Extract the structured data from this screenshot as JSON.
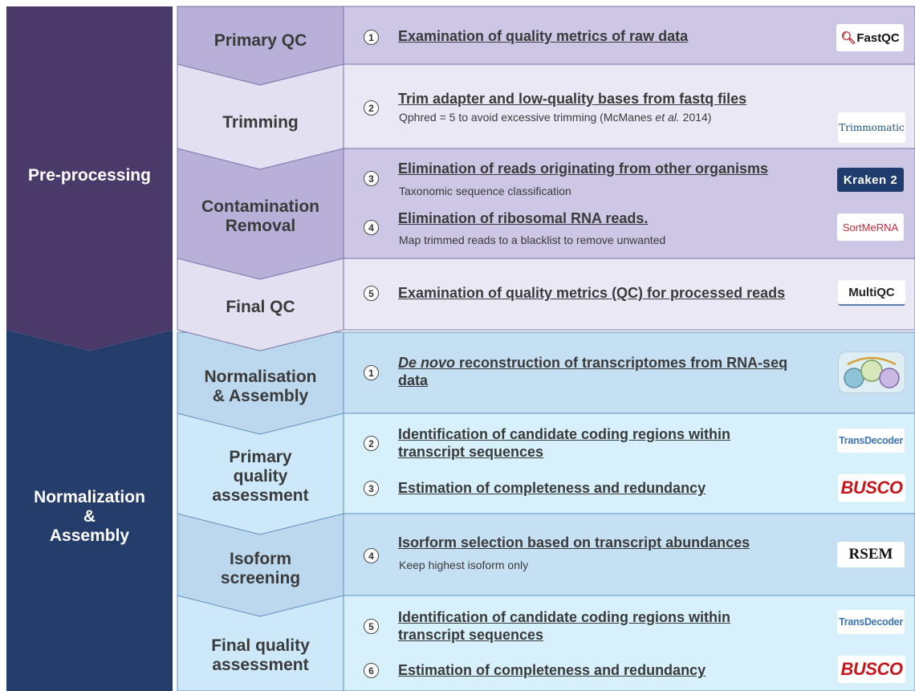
{
  "colors": {
    "preprocessing_phase": "#4a3a6a",
    "assembly_phase": "#243d6a",
    "stage_dark_purple": "#b9b0d9",
    "stage_light_purple": "#e3e0f1",
    "row_dark_purple": "#cdc6e4",
    "row_light_purple": "#ebe8f5",
    "stage_blue": "#bcd8ee",
    "stage_light_blue": "#cde9f9",
    "row_blue": "#c6e0f3",
    "row_light_blue": "#d6f0fc"
  },
  "phases": [
    {
      "label": "Pre-processing"
    },
    {
      "label_lines": [
        "Normalization",
        "&",
        "Assembly"
      ]
    }
  ],
  "stages": [
    {
      "lines": [
        "Primary QC"
      ]
    },
    {
      "lines": [
        "Trimming"
      ]
    },
    {
      "lines": [
        "Contamination",
        "Removal"
      ]
    },
    {
      "lines": [
        "Final QC"
      ]
    },
    {
      "lines": [
        "Normalisation",
        "& Assembly"
      ]
    },
    {
      "lines": [
        "Primary",
        "quality",
        "assessment"
      ]
    },
    {
      "lines": [
        "Isoform",
        "screening"
      ]
    },
    {
      "lines": [
        "Final quality",
        "assessment"
      ]
    }
  ],
  "steps": [
    {
      "num": "1",
      "title": "Examination of quality metrics of raw data",
      "logo": "FastQC",
      "logo_icon": "fastqc-q-icon"
    },
    {
      "num": "2",
      "title": "Trim adapter and low-quality bases from fastq files",
      "subtitle_pre": "Qphred = 5 to avoid excessive trimming (McManes ",
      "subtitle_em": "et al.",
      "subtitle_post": " 2014)",
      "logo": "Trimmomatic"
    },
    {
      "num": "3",
      "title": "Elimination of reads originating from other organisms",
      "subtitle": "Taxonomic sequence classification",
      "logo": "Kraken 2"
    },
    {
      "num": "4",
      "title": "Elimination of ribosomal RNA reads.",
      "subtitle": "Map trimmed reads to a blacklist to remove unwanted",
      "logo": "SortMeRNA"
    },
    {
      "num": "5",
      "title": "Examination of quality metrics (QC) for processed reads",
      "logo": "MultiQC"
    },
    {
      "num": "1",
      "title_em": "De novo",
      "title_rest": " reconstruction of transcriptomes from RNA-seq data",
      "logo_icon": "trinity-logo-icon"
    },
    {
      "num": "2",
      "title": "Identification of candidate coding regions within transcript sequences",
      "logo": "TransDecoder"
    },
    {
      "num": "3",
      "title": "Estimation of completeness and redundancy",
      "logo": "BUSCO"
    },
    {
      "num": "4",
      "title": "Isorform selection based on transcript abundances",
      "subtitle": "Keep highest isoform only",
      "logo": "RSEM"
    },
    {
      "num": "5",
      "title": "Identification of candidate coding regions within transcript sequences",
      "logo": "TransDecoder"
    },
    {
      "num": "6",
      "title": "Estimation of completeness and redundancy",
      "logo": "BUSCO"
    }
  ]
}
